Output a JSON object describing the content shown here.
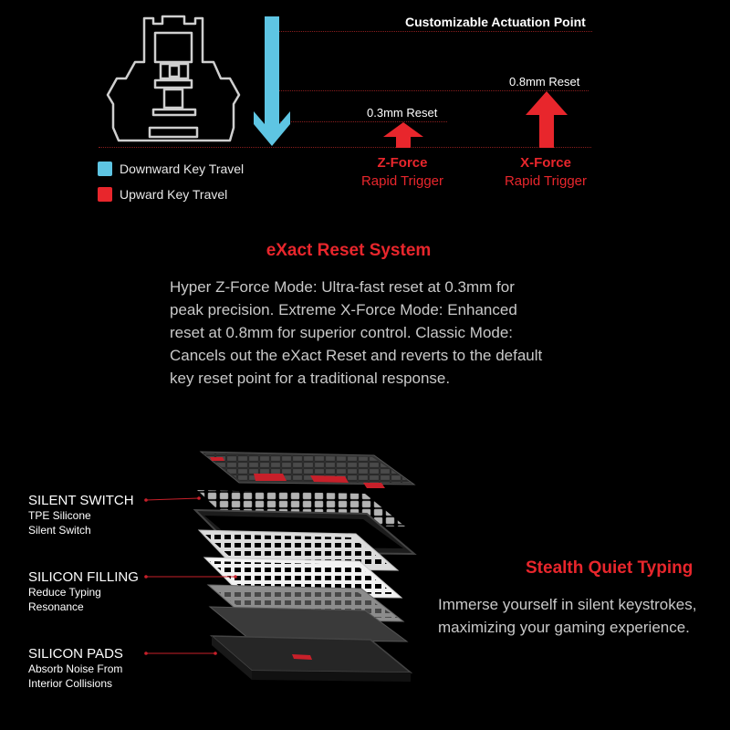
{
  "diagram": {
    "actuation_label": "Customizable Actuation Point",
    "reset_small": "0.3mm Reset",
    "reset_large": "0.8mm Reset",
    "z_force": {
      "name": "Z-Force",
      "sub": "Rapid Trigger"
    },
    "x_force": {
      "name": "X-Force",
      "sub": "Rapid Trigger"
    },
    "legend": [
      {
        "label": "Downward Key Travel",
        "color": "#5ec5e3"
      },
      {
        "label": "Upward Key Travel",
        "color": "#e8262c"
      }
    ],
    "colors": {
      "down_arrow": "#5ec5e3",
      "up_arrow": "#e8262c",
      "guide_line": "#8a1e1e"
    }
  },
  "reset_system": {
    "title": "eXact Reset System",
    "description": "Hyper Z-Force Mode: Ultra-fast reset at 0.3mm for peak precision. Extreme X-Force Mode: Enhanced reset at 0.8mm for superior control. Classic Mode: Cancels out the eXact Reset and reverts to the default key reset point for a traditional response."
  },
  "layers": [
    {
      "title": "SILENT SWITCH",
      "desc1": "TPE Silicone",
      "desc2": "Silent Switch"
    },
    {
      "title": "SILICON FILLING",
      "desc1": "Reduce Typing",
      "desc2": "Resonance"
    },
    {
      "title": "SILICON PADS",
      "desc1": "Absorb Noise From",
      "desc2": "Interior Collisions"
    }
  ],
  "stealth": {
    "title": "Stealth Quiet Typing",
    "description": "Immerse yourself in silent keystrokes, maximizing your gaming experience."
  }
}
